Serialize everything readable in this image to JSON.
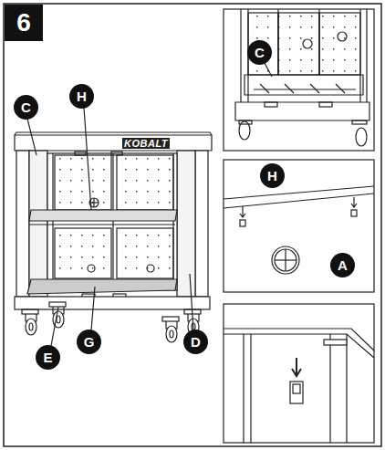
{
  "diagram": {
    "nodes": [
      {
        "text": [
          "6"
        ]
      },
      {
        "text": [
          "C"
        ]
      },
      {
        "text": [
          "H"
        ]
      },
      {
        "text": [
          "E"
        ]
      },
      {
        "text": [
          "G"
        ]
      },
      {
        "text": [
          "D"
        ]
      },
      {
        "text": [
          "C"
        ]
      },
      {
        "text": [
          "H"
        ]
      },
      {
        "text": [
          "A"
        ]
      }
    ],
    "labels": [
      "KOBALT"
    ]
  }
}
